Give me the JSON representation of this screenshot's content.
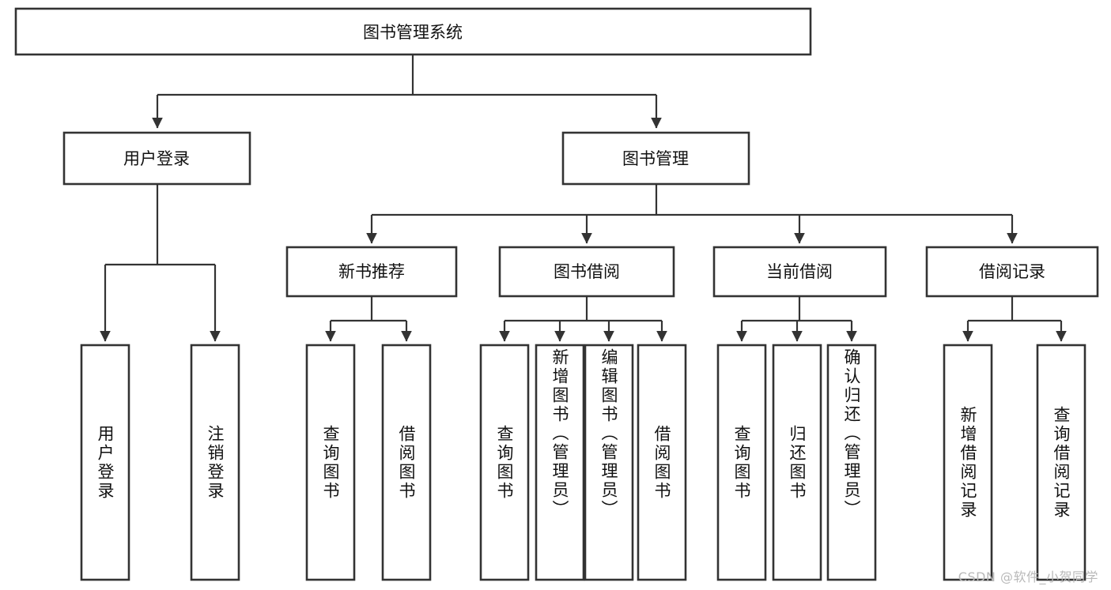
{
  "diagram": {
    "type": "tree-hierarchy",
    "title": "图书管理系统",
    "orientation": "top-down",
    "root": {
      "label": "图书管理系统",
      "level": 1
    },
    "level2": [
      {
        "label": "用户登录"
      },
      {
        "label": "图书管理"
      }
    ],
    "level3": [
      {
        "label": "新书推荐",
        "parent": "图书管理"
      },
      {
        "label": "图书借阅",
        "parent": "图书管理"
      },
      {
        "label": "当前借阅",
        "parent": "图书管理"
      },
      {
        "label": "借阅记录",
        "parent": "图书管理"
      }
    ],
    "leaves": {
      "用户登录": [
        {
          "label": "用户登录"
        },
        {
          "label": "注销登录"
        }
      ],
      "新书推荐": [
        {
          "label": "查询图书"
        },
        {
          "label": "借阅图书"
        }
      ],
      "图书借阅": [
        {
          "label": "查询图书"
        },
        {
          "label": "新增图书（管理员）"
        },
        {
          "label": "编辑图书（管理员）"
        },
        {
          "label": "借阅图书"
        }
      ],
      "当前借阅": [
        {
          "label": "查询图书"
        },
        {
          "label": "归还图书"
        },
        {
          "label": "确认归还（管理员）"
        }
      ],
      "借阅记录": [
        {
          "label": "新增借阅记录"
        },
        {
          "label": "查询借阅记录"
        }
      ]
    }
  },
  "nodes": {
    "root": "图书管理系统",
    "n_user_login": "用户登录",
    "n_book_mgmt": "图书管理",
    "n_new_book_rec": "新书推荐",
    "n_book_borrow": "图书借阅",
    "n_current_borrow": "当前借阅",
    "n_borrow_record": "借阅记录",
    "l_user_login": "用户登录",
    "l_logout": "注销登录",
    "l_nb_query": "查询图书",
    "l_nb_borrow": "借阅图书",
    "l_bb_query": "查询图书",
    "l_bb_add": "新增图书（管理员）",
    "l_bb_edit": "编辑图书（管理员）",
    "l_bb_borrow": "借阅图书",
    "l_cb_query": "查询图书",
    "l_cb_return": "归还图书",
    "l_cb_confirm": "确认归还（管理员）",
    "l_br_add": "新增借阅记录",
    "l_br_query": "查询借阅记录"
  },
  "colors": {
    "box_stroke": "#333333",
    "box_fill": "#ffffff",
    "link": "#333333",
    "text": "#111111",
    "watermark": "#b9b9b9",
    "background": "#ffffff"
  },
  "watermark": {
    "text": "CSDN @软件_小贺同学"
  }
}
